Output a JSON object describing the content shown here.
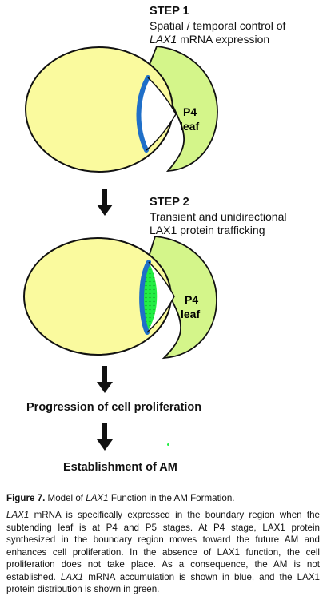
{
  "step1": {
    "title": "STEP 1",
    "line1": "Spatial / temporal control of",
    "line2_em": "LAX1",
    "line2_rest": " mRNA expression"
  },
  "step2": {
    "title": "STEP 2",
    "line1": "Transient and unidirectional",
    "line2": "LAX1 protein trafficking"
  },
  "leaf1": {
    "line1": "P4",
    "line2": "leaf"
  },
  "leaf2": {
    "line1": "P4",
    "line2": "leaf"
  },
  "flow": {
    "progression": "Progression of cell proliferation",
    "establishment": "Establishment of AM"
  },
  "colors": {
    "meristem": "#fafa9e",
    "leaf": "#d4f58a",
    "mrna": "#1f6fc8",
    "protein": "#22ee44"
  },
  "caption": {
    "fig_label": "Figure 7.",
    "title_pre": " Model of ",
    "title_em": "LAX1",
    "title_post": " Function in the AM Formation.",
    "p1_em": "LAX1",
    "p1_a": " mRNA is specifically expressed in the boundary region when the subtending leaf is at P4 and P5 stages. At P4 stage, LAX1 protein synthesized in the boundary region moves toward the future AM and enhances cell proliferation. In the absence of LAX1 function, the cell proliferation does not take place. As a consequence, the AM is not established. ",
    "p1_em2": "LAX1",
    "p1_b": " mRNA accumulation is shown in blue, and the LAX1 protein distribution is shown in green."
  }
}
